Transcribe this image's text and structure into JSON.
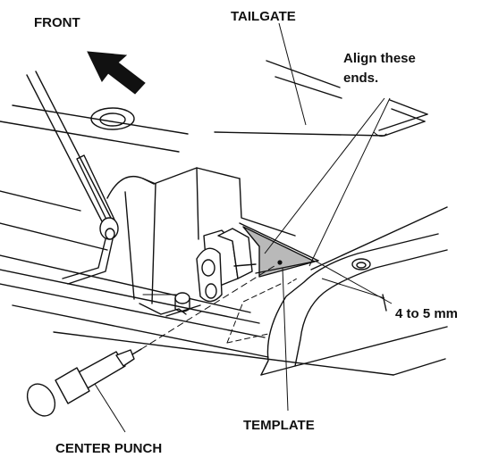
{
  "labels": {
    "front": "FRONT",
    "tailgate": "TAILGATE",
    "align_line1": "Align these",
    "align_line2": "ends.",
    "measurement": "4 to 5 mm",
    "template": "TEMPLATE",
    "center_punch": "CENTER PUNCH"
  },
  "colors": {
    "ink": "#111111",
    "template_fill": "#b9b9b9",
    "background": "#ffffff"
  },
  "icons": {
    "direction": "front-arrow-icon"
  }
}
